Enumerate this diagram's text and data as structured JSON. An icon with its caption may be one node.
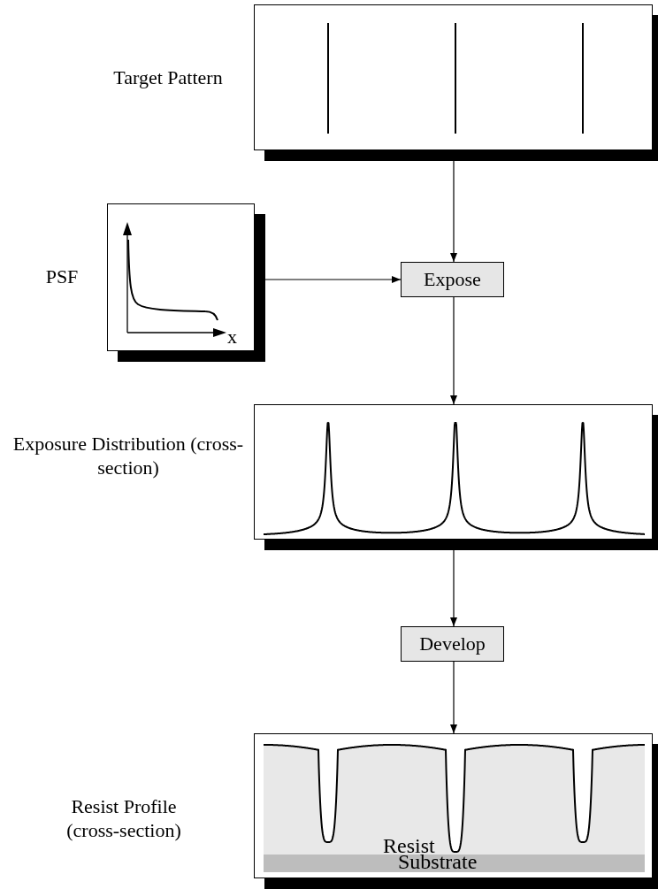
{
  "diagram": {
    "nodes": [
      {
        "text": [
          "Target Pattern"
        ]
      },
      {
        "text": [
          "PSF",
          "x"
        ]
      },
      {
        "text": [
          "Expose"
        ]
      },
      {
        "text": [
          "Exposure Distribution (cross-section)"
        ]
      },
      {
        "text": [
          "Develop"
        ]
      },
      {
        "text": [
          "Resist Profile (cross-section)"
        ]
      },
      {
        "text": [
          "Resist"
        ],
        "in": 5
      },
      {
        "text": [
          "Substrate"
        ],
        "in": 5
      }
    ],
    "edges": [
      {
        "from": 0,
        "to": 2,
        "arrow": "to"
      },
      {
        "from": 1,
        "to": 2,
        "arrow": "to"
      },
      {
        "from": 2,
        "to": 3,
        "arrow": "to"
      },
      {
        "from": 3,
        "to": 4,
        "arrow": "to"
      },
      {
        "from": 4,
        "to": 5,
        "arrow": "to"
      }
    ]
  }
}
